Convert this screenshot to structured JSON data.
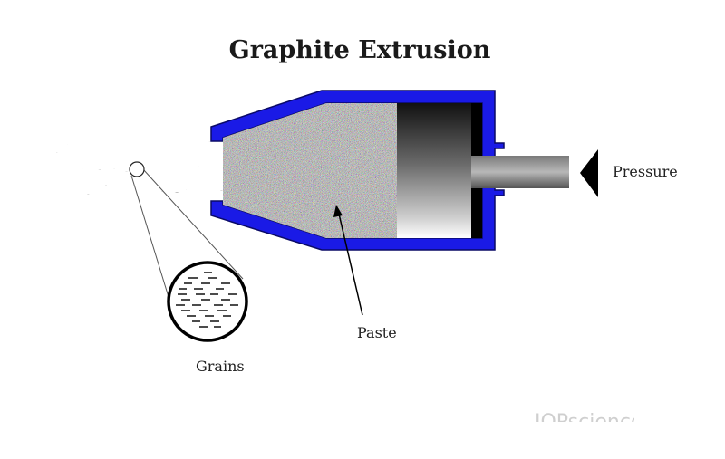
{
  "title": "Graphite Extrusion",
  "labels": {
    "pressure": "Pressure",
    "paste": "Paste",
    "grains": "Grains"
  },
  "watermark": "IOPscience",
  "colors": {
    "die_blue": "#1a1ae6",
    "die_outline": "#0a0a66",
    "background": "#ffffff"
  }
}
